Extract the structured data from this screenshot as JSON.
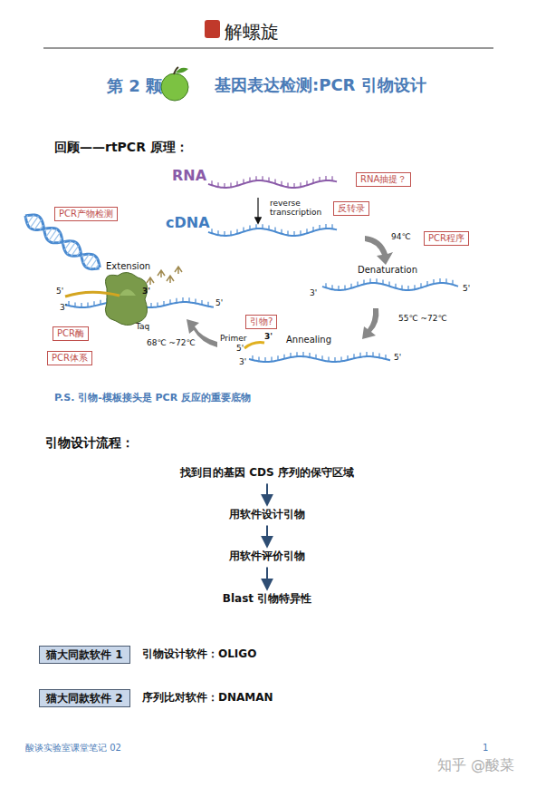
{
  "diagram": {
    "title": "基因表达检测:PCR 引物设计",
    "nodes": [
      {
        "text": [
          "RNA抽提？"
        ]
      },
      {
        "text": [
          "反转录"
        ]
      },
      {
        "text": [
          "PCR程序"
        ]
      },
      {
        "text": [
          "引物?"
        ]
      },
      {
        "text": [
          "PCR产物检测"
        ]
      },
      {
        "text": [
          "PCR酶"
        ]
      },
      {
        "text": [
          "PCR体系"
        ]
      },
      {
        "text": [
          "找到目的基因 CDS 序列的保守区域"
        ]
      },
      {
        "text": [
          "用软件设计引物"
        ]
      },
      {
        "text": [
          "用软件评价引物"
        ]
      },
      {
        "text": [
          "Blast 引物特异性"
        ]
      },
      {
        "text": [
          "猫大同款软件 1"
        ]
      },
      {
        "text": [
          "猫大同款软件 2"
        ]
      }
    ],
    "edges": [
      {
        "from": 7,
        "to": 8,
        "arrow": "to"
      },
      {
        "from": 8,
        "to": 9,
        "arrow": "to"
      },
      {
        "from": 9,
        "to": 10,
        "arrow": "to"
      }
    ],
    "labels": [
      "解螺旋",
      "第 2 颗",
      "回顾——rtPCR 原理：",
      "RNA",
      "cDNA",
      "reverse transcription",
      "94℃",
      "Denaturation",
      "3'",
      "5'",
      "55℃ ~72℃",
      "Primer",
      "3'",
      "5'",
      "Annealing",
      "3'",
      "5'",
      "Extension",
      "5'",
      "3'",
      "3'",
      "5'",
      "Taq",
      "68℃ ~72℃",
      "P.S. 引物-模板接头是 PCR 反应的重要底物",
      "引物设计流程：",
      "引物设计软件：OLIGO",
      "序列比对软件：DNAMAN",
      "酸谈实验室课堂笔记 02",
      "1",
      "知乎 @酸菜"
    ]
  }
}
